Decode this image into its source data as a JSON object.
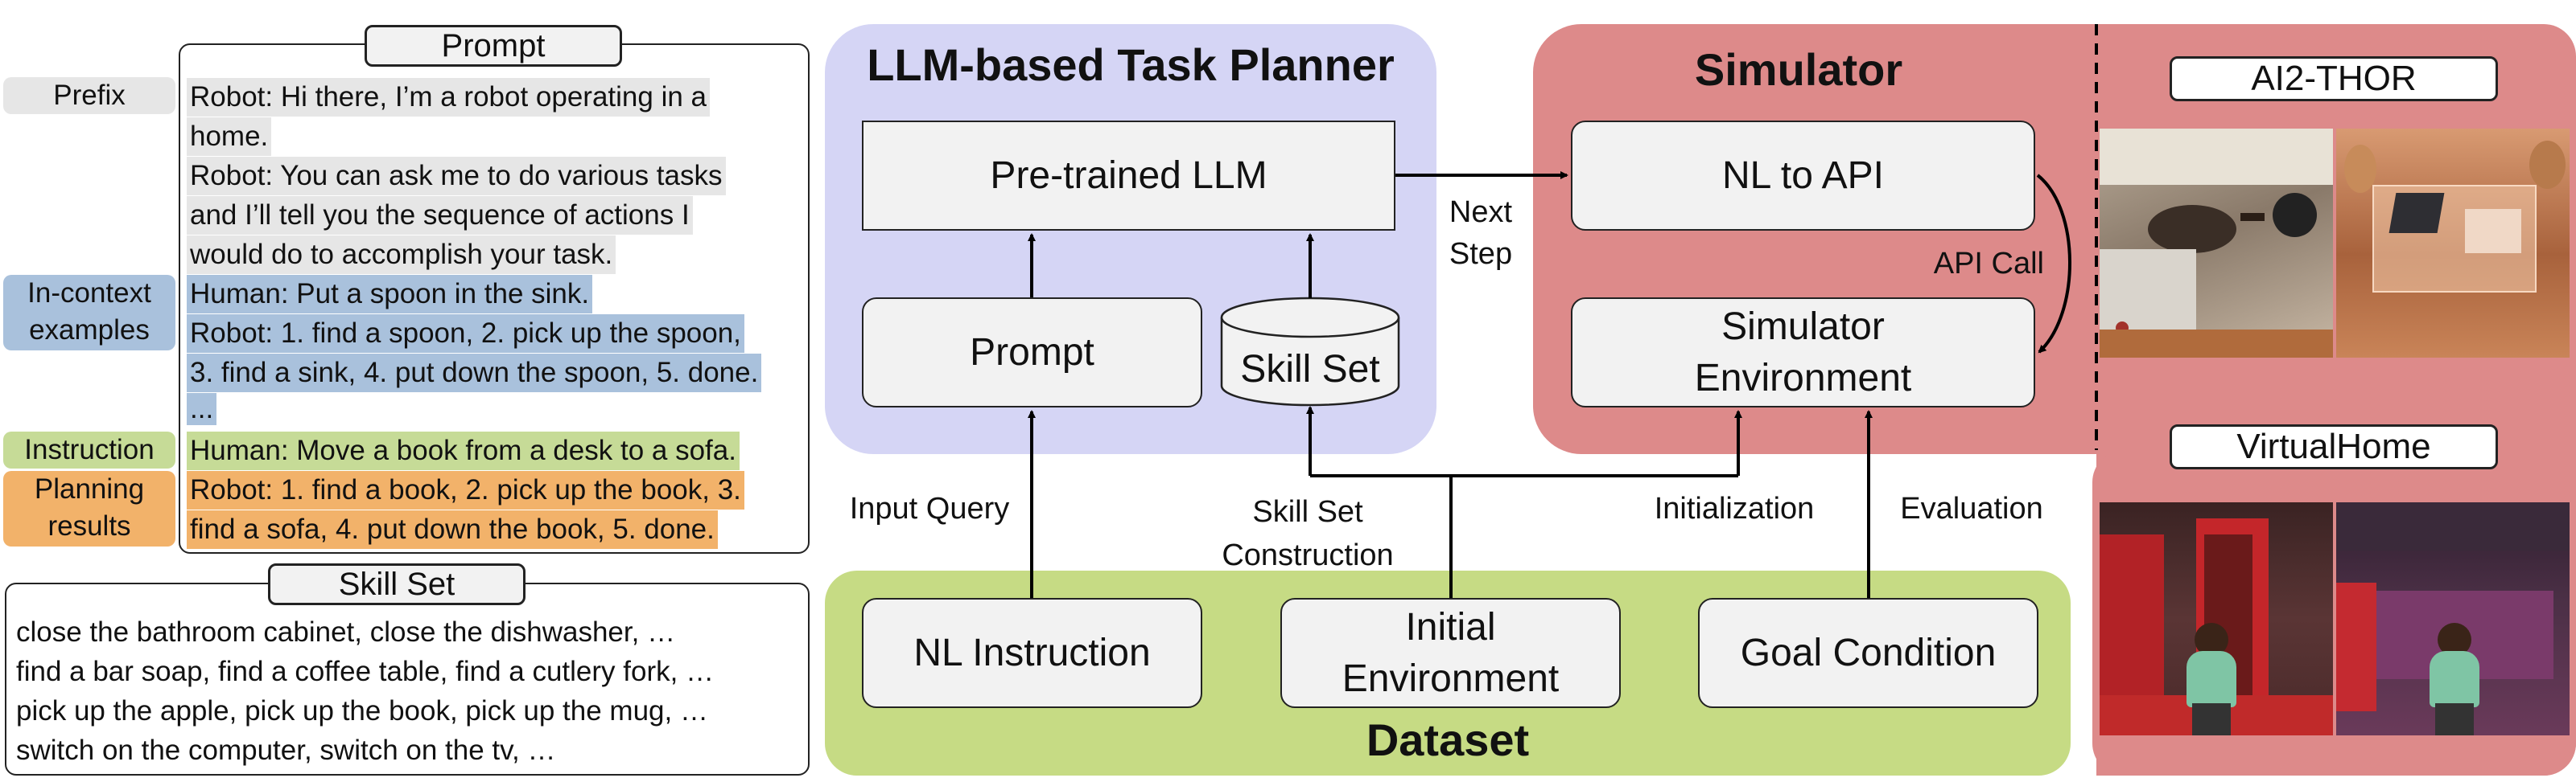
{
  "prompt": {
    "header": "Prompt",
    "labels": {
      "prefix": "Prefix",
      "in_context": [
        "In-context",
        "examples"
      ],
      "instruction": "Instruction",
      "planning": [
        "Planning",
        "results"
      ]
    },
    "lines": [
      "Robot: Hi there, I’m a robot operating in a",
      "home.",
      "Robot: You can ask me to do various tasks",
      "and I’ll tell you the sequence of actions I",
      "would do to accomplish your task.",
      "Human: Put a spoon in the sink.",
      "Robot: 1. find a spoon, 2. pick up the spoon,",
      "3. find a sink, 4. put down the spoon, 5. done.",
      "...",
      "Human: Move a book from a desk to a sofa.",
      "Robot: 1. find a book, 2. pick up the book, 3.",
      "find a sofa, 4. put down the book, 5. done."
    ]
  },
  "skill_set_panel": {
    "header": "Skill Set",
    "lines": [
      "close the bathroom cabinet, close the dishwasher, …",
      "find a bar soap, find a coffee table, find a cutlery fork, …",
      "pick up the apple, pick up the book, pick up the mug, …",
      "switch on the computer, switch on the tv, …"
    ]
  },
  "planner": {
    "title": "LLM-based Task Planner",
    "llm": "Pre-trained LLM",
    "prompt": "Prompt",
    "skill_set": "Skill Set"
  },
  "simulator": {
    "title": "Simulator",
    "nl_to_api": "NL to API",
    "env_line1": "Simulator",
    "env_line2": "Environment",
    "api_call": "API Call"
  },
  "dataset": {
    "title": "Dataset",
    "nl_instruction": "NL Instruction",
    "initial_env_line1": "Initial",
    "initial_env_line2": "Environment",
    "goal_condition": "Goal Condition"
  },
  "edges": {
    "next_step_line1": "Next",
    "next_step_line2": "Step",
    "input_query": "Input Query",
    "skill_construction_line1": "Skill Set",
    "skill_construction_line2": "Construction",
    "initialization": "Initialization",
    "evaluation": "Evaluation"
  },
  "environments": {
    "ai2thor": "AI2-THOR",
    "virtualhome": "VirtualHome"
  },
  "colors": {
    "planner_bg": "#d5d5f5",
    "simulator_bg": "#dd8a8a",
    "dataset_bg": "#c6db84",
    "prefix_grey": "#e6e6e6",
    "example_blue": "#a9c1dc",
    "instruction_green": "#c6db97",
    "result_orange": "#f2b26a"
  }
}
